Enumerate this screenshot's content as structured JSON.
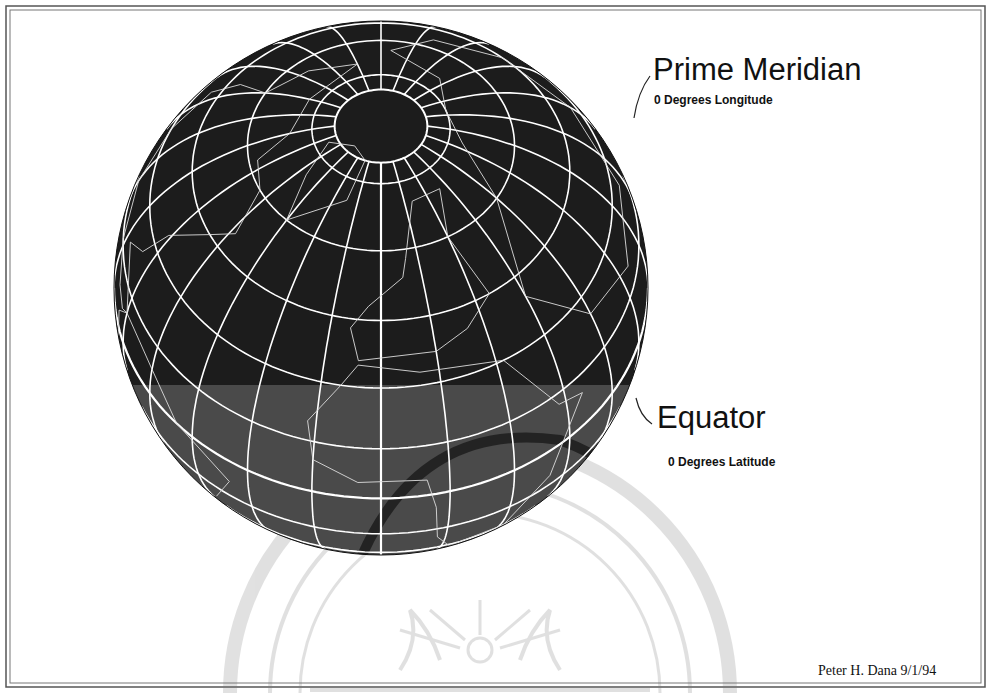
{
  "diagram": {
    "labels": [
      "Prime Meridian",
      "0 Degrees Longitude",
      "Equator",
      "0 Degrees Latitude",
      "Peter H. Dana 9/1/94"
    ]
  }
}
